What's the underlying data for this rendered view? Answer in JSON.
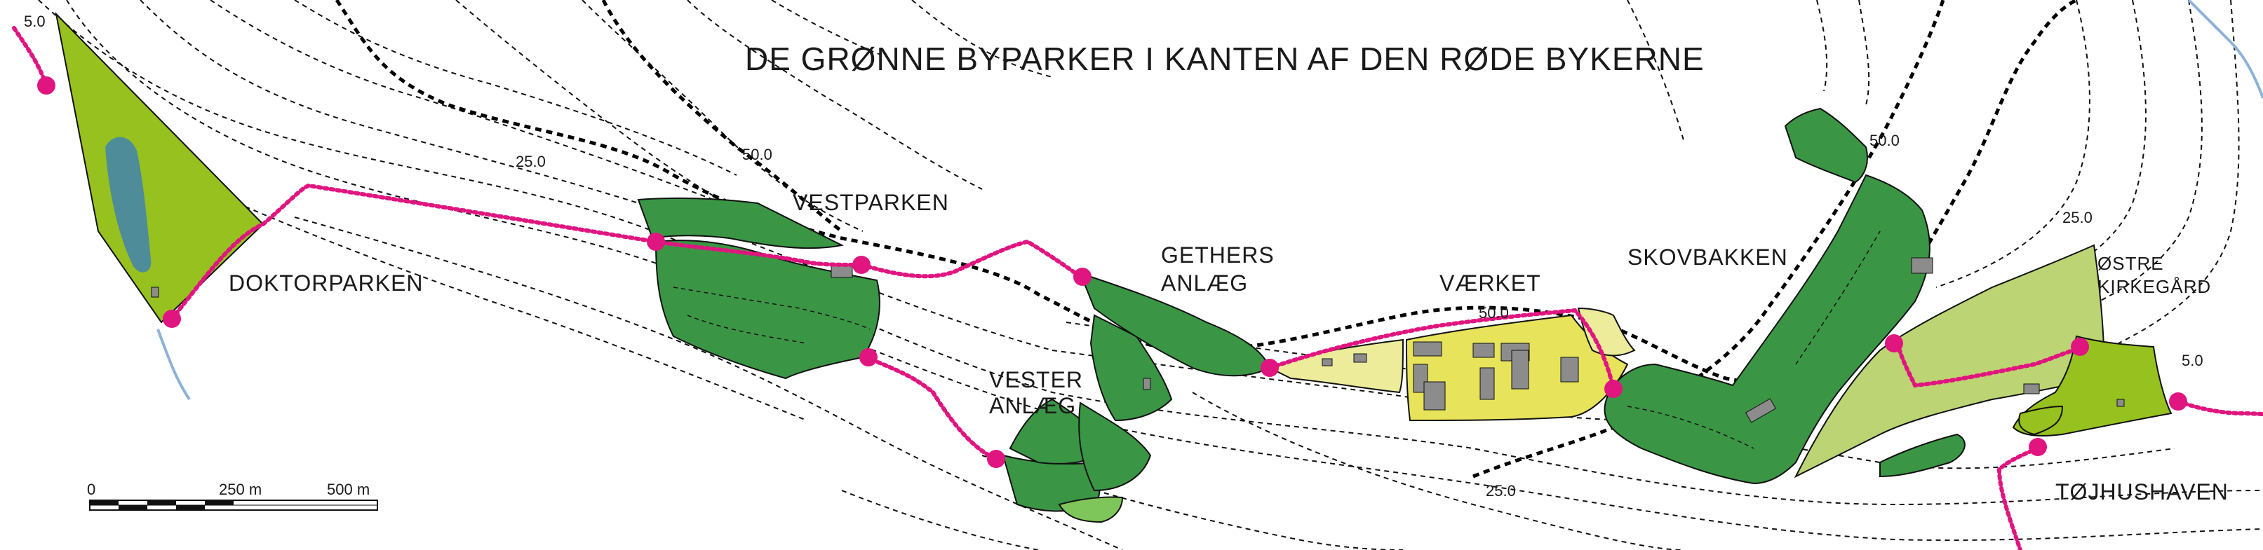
{
  "title": "DE GRØNNE BYPARKER I KANTEN AF DEN RØDE BYKERNE",
  "parks": {
    "doktorparken": "DOKTORPARKEN",
    "vestparken": "VESTPARKEN",
    "gethers_line1": "GETHERS",
    "gethers_line2": "ANLÆG",
    "vester_line1": "VESTER",
    "vester_line2": "ANLÆG",
    "vaerket": "VÆRKET",
    "skovbakken": "SKOVBAKKEN",
    "ostre_line1": "ØSTRE",
    "ostre_line2": "KIRKEGÅRD",
    "tojhushaven": "TØJHUSHAVEN"
  },
  "contours": {
    "c1": "5.0",
    "c2": "25.0",
    "c3": "50.0",
    "c4": "50.0",
    "c5": "25.0",
    "c6": "5.0",
    "c7": "50.0",
    "c8": "25.0"
  },
  "scale": {
    "zero": "0",
    "mid": "250 m",
    "end": "500 m"
  },
  "colors": {
    "dark_green": "#3a9645",
    "lime_green": "#97c11f",
    "light_green": "#bcd473",
    "yellow": "#e7e35a",
    "pale_yellow": "#ecec9a",
    "water": "#4f8c9a",
    "river": "#8fb2d8",
    "path": "#e0157f",
    "building": "#8c8c8c"
  }
}
